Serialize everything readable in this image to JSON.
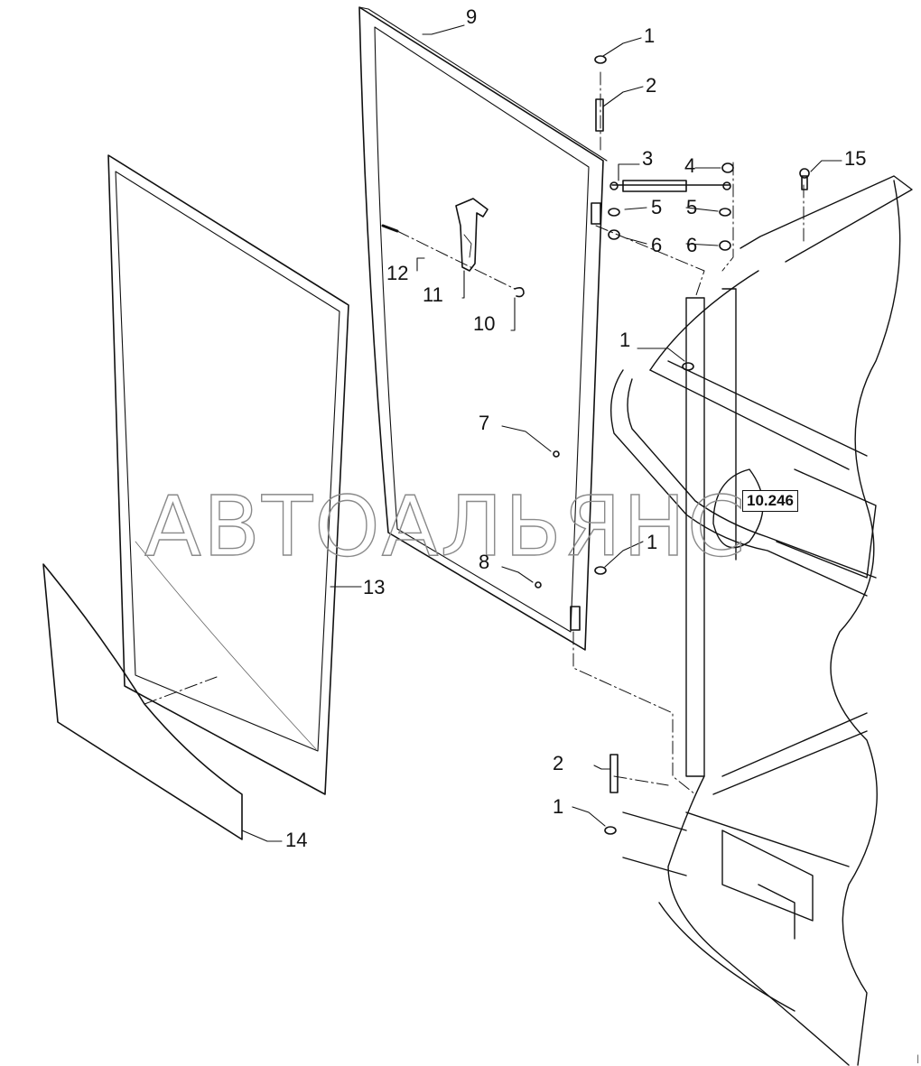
{
  "diagram": {
    "callouts": [
      {
        "id": "c9",
        "label": "9"
      },
      {
        "id": "c1a",
        "label": "1"
      },
      {
        "id": "c2a",
        "label": "2"
      },
      {
        "id": "c3",
        "label": "3"
      },
      {
        "id": "c4",
        "label": "4"
      },
      {
        "id": "c5a",
        "label": "5"
      },
      {
        "id": "c5b",
        "label": "5"
      },
      {
        "id": "c6a",
        "label": "6"
      },
      {
        "id": "c6b",
        "label": "6"
      },
      {
        "id": "c15",
        "label": "15"
      },
      {
        "id": "c12",
        "label": "12"
      },
      {
        "id": "c11",
        "label": "11"
      },
      {
        "id": "c10",
        "label": "10"
      },
      {
        "id": "c1b",
        "label": "1"
      },
      {
        "id": "c7",
        "label": "7"
      },
      {
        "id": "c1c",
        "label": "1"
      },
      {
        "id": "c8",
        "label": "8"
      },
      {
        "id": "c13",
        "label": "13"
      },
      {
        "id": "c2b",
        "label": "2"
      },
      {
        "id": "c1d",
        "label": "1"
      },
      {
        "id": "c14",
        "label": "14"
      }
    ],
    "reference": "10.246",
    "watermark": "АВТОАЛЬЯНС",
    "corner_mark": "|"
  }
}
